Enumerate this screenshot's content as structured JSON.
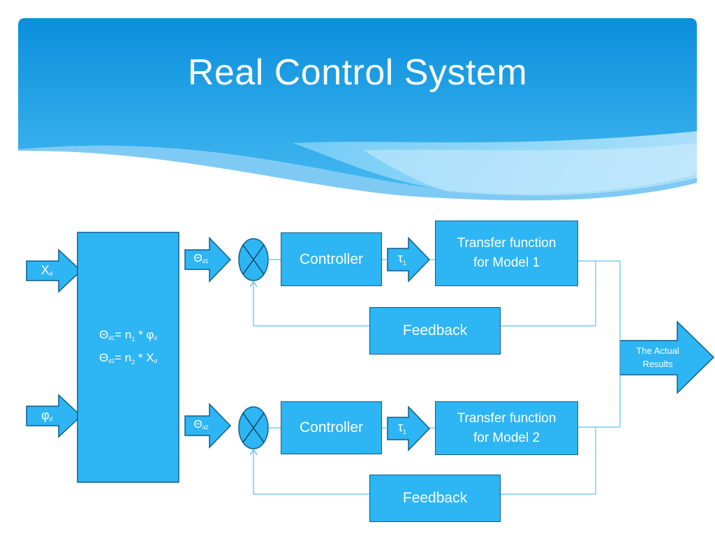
{
  "title": "Real Control System",
  "inputs": {
    "x_d": {
      "main": "X",
      "sub": "d"
    },
    "phi_d": {
      "main": "φ",
      "sub": "d"
    }
  },
  "mixer": {
    "eq1": {
      "theta": "Θ",
      "sub": "d1",
      "mid": "= n",
      "idx": "1",
      "rest": " * φ",
      "rsub": "d"
    },
    "eq2": {
      "theta": "Θ",
      "sub": "d2",
      "mid": "= n",
      "idx": "2",
      "rest": " * X",
      "rsub": "d"
    }
  },
  "loop1": {
    "ref": {
      "main": "Θ",
      "sub": "d1"
    },
    "controller": "Controller",
    "signal": {
      "main": "τ",
      "sub": "1"
    },
    "plant_line1": "Transfer function",
    "plant_line2": "for Model 1",
    "feedback": "Feedback"
  },
  "loop2": {
    "ref": {
      "main": "Θ",
      "sub": "d2"
    },
    "controller": "Controller",
    "signal": {
      "main": "τ",
      "sub": "1"
    },
    "plant_line1": "Transfer function",
    "plant_line2": "for Model 2",
    "feedback": "Feedback"
  },
  "output": {
    "line1": "The Actual",
    "line2": "Results"
  },
  "colors": {
    "block_fill": "#2db5f4",
    "block_border": "#0d5f8a",
    "wire": "#5bc0ec",
    "header_top": "#0a8fdc",
    "header_bottom": "#3fb6f0"
  }
}
